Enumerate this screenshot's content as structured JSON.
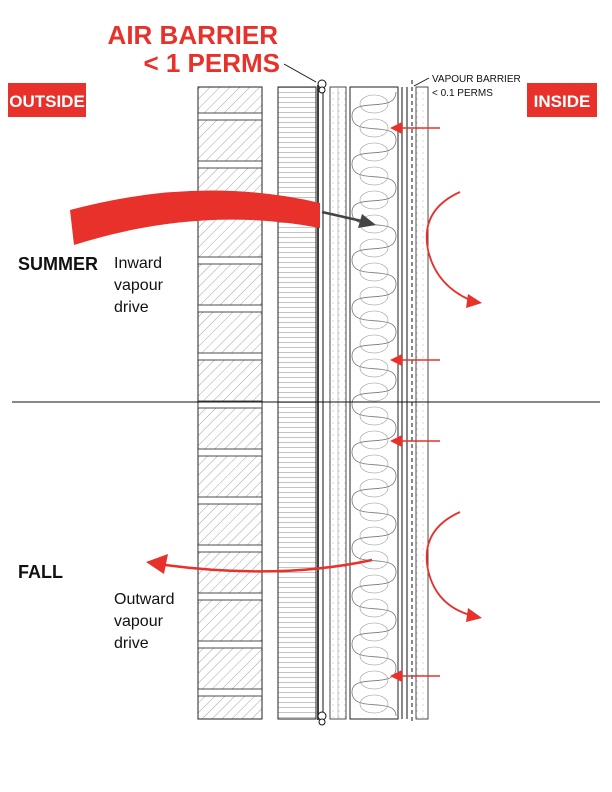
{
  "labels": {
    "air_barrier_line1": "AIR BARRIER",
    "air_barrier_line2": "< 1 PERMS",
    "vapour_barrier_line1": "VAPOUR BARRIER",
    "vapour_barrier_line2": "< 0.1 PERMS",
    "outside": "OUTSIDE",
    "inside": "INSIDE",
    "summer": "SUMMER",
    "fall": "FALL",
    "inward_line1": "Inward",
    "inward_line2": "vapour",
    "inward_line3": "drive",
    "outward_line1": "Outward",
    "outward_line2": "vapour",
    "outward_line3": "drive"
  },
  "colors": {
    "accent_red": "#e8312a",
    "line": "#222222",
    "hatch": "#555555",
    "arrow_grey": "#444444",
    "badge_text": "#ffffff"
  }
}
